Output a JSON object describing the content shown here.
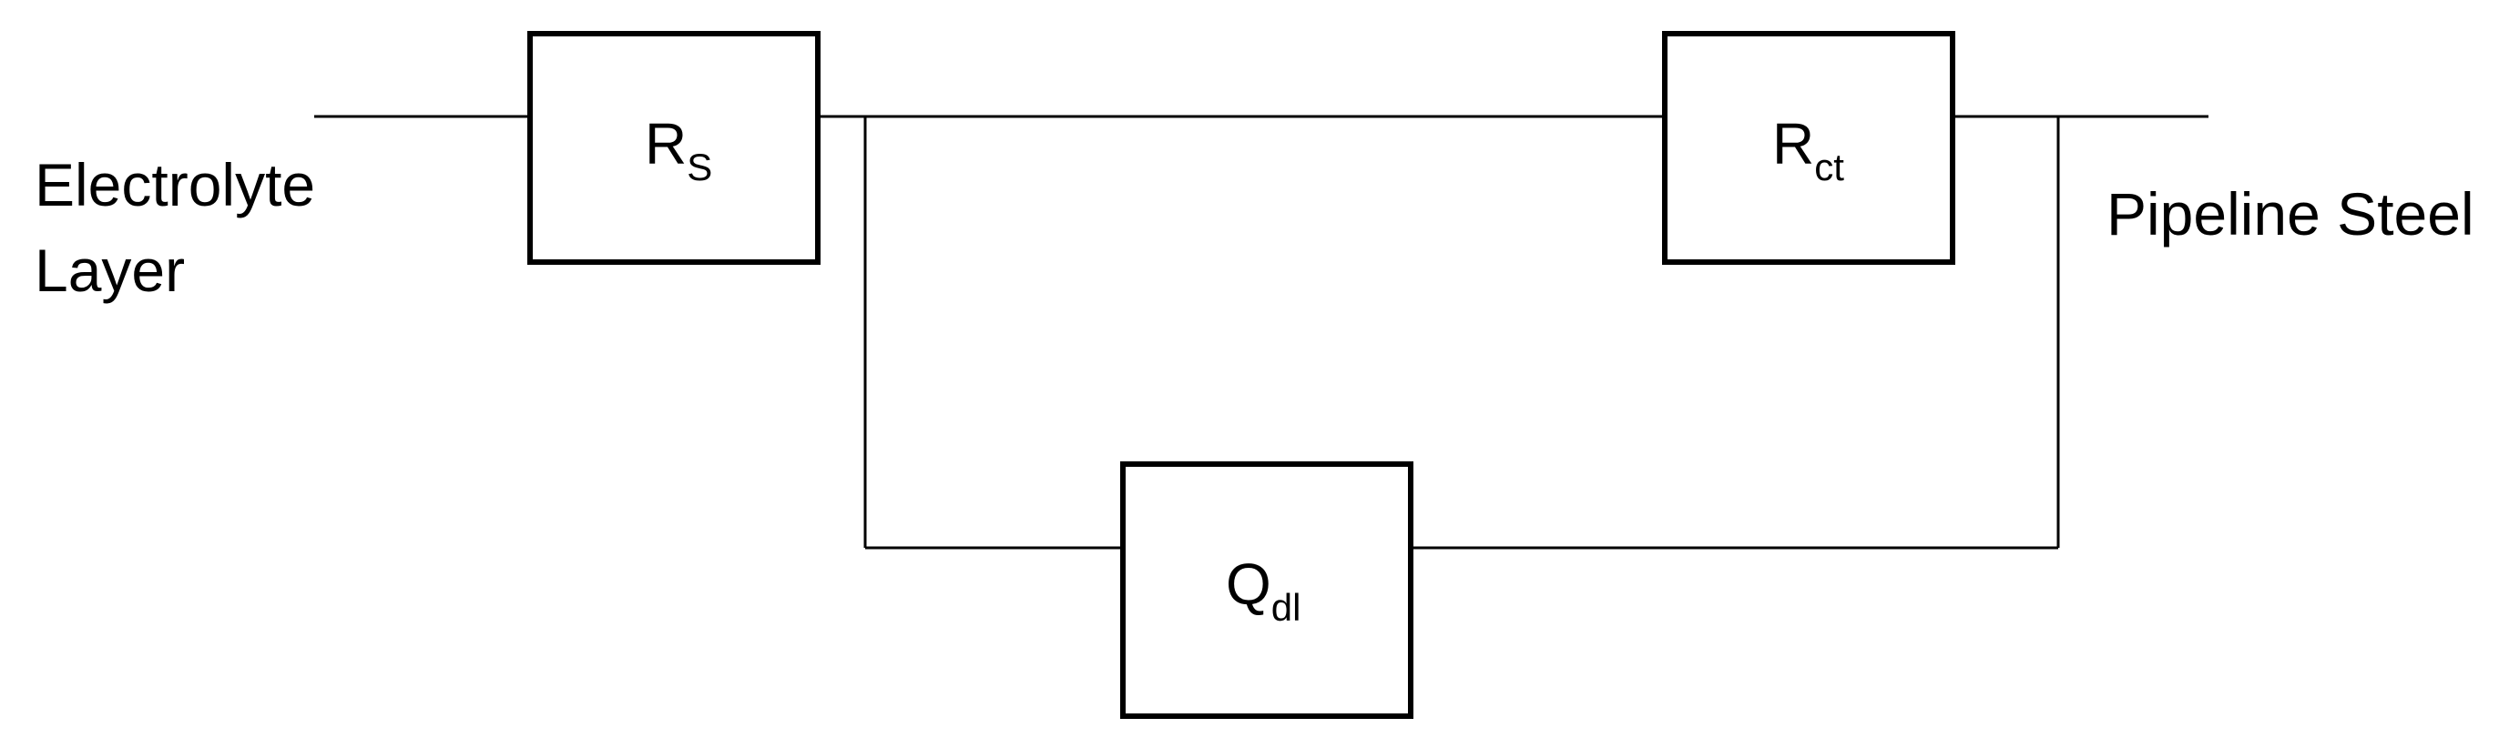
{
  "labels": {
    "left_line1": "Electrolyte",
    "left_line2": "Layer",
    "right": "Pipeline Steel"
  },
  "components": {
    "rs": {
      "main": "R",
      "sub": "S"
    },
    "rct": {
      "main": "R",
      "sub": "ct"
    },
    "qdl": {
      "main": "Q",
      "sub": "dl"
    }
  }
}
